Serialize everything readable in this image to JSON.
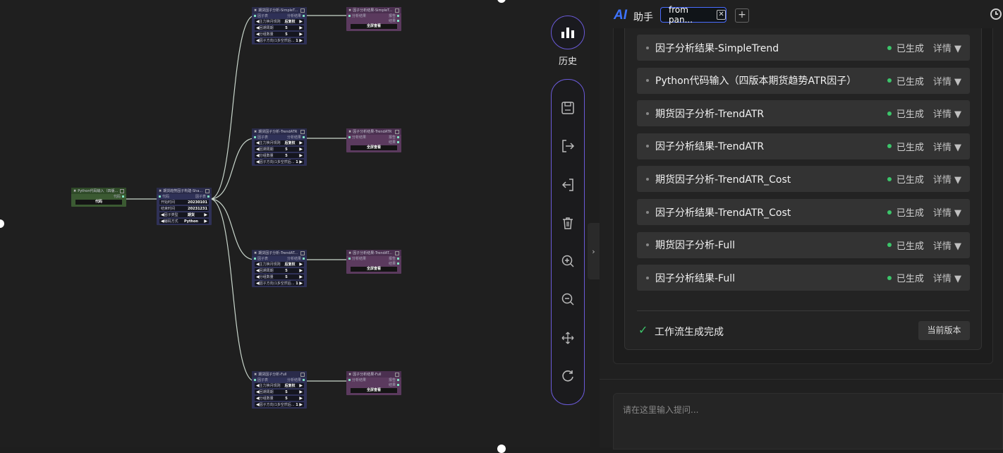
{
  "canvas": {
    "python_node": {
      "title": "Python代码输入（四版...",
      "port_out": "代码",
      "button": "代码"
    },
    "main_node": {
      "title": "期货趋势因子构建-Sha...",
      "port_in": "代码",
      "port_out": "因子表",
      "rows": [
        {
          "label": "开始时间",
          "value": "20230101"
        },
        {
          "label": "结束时间",
          "value": "20231231"
        },
        {
          "label": "因子类型",
          "value": "期货"
        },
        {
          "label": "编码方式",
          "value": "Python"
        }
      ]
    },
    "factor_nodes": [
      {
        "title": "期货因子分析-SimpleT...",
        "port_in": "因子表",
        "port_out": "分析结果"
      },
      {
        "title": "期货因子分析-TrendATR",
        "port_in": "因子表",
        "port_out": "分析结果"
      },
      {
        "title": "期货因子分析-TrendAT...",
        "port_in": "因子表",
        "port_out": "分析结果"
      },
      {
        "title": "期货因子分析-Full",
        "port_in": "因子表",
        "port_out": "分析结果"
      }
    ],
    "factor_rows": [
      {
        "label": "主力换月规则",
        "value": "后复权"
      },
      {
        "label": "回溯周期",
        "value": "5"
      },
      {
        "label": "分组数量",
        "value": "5"
      },
      {
        "label": "因子方向(1多空然后...",
        "value": "1"
      }
    ],
    "result_nodes": [
      {
        "title": "因子分析结果-SimpleT...",
        "port_in": "分析结果"
      },
      {
        "title": "因子分析结果-TrendATR",
        "port_in": "分析结果"
      },
      {
        "title": "因子分析结果-TrendAT...",
        "port_in": "分析结果"
      },
      {
        "title": "因子分析结果-Full",
        "port_in": "分析结果"
      }
    ],
    "result_ports": {
      "out1": "报告",
      "out2": "结果"
    },
    "result_button": "全屏查看"
  },
  "toolbar": {
    "history_label": "历史",
    "tools": [
      "save-icon",
      "export-icon",
      "import-icon",
      "delete-icon",
      "zoom-in-icon",
      "zoom-out-icon",
      "move-icon",
      "reset-icon"
    ]
  },
  "panel": {
    "logo": "AI",
    "title": "助手",
    "chip_label": "from pan...",
    "add_label": "+",
    "steps": [
      {
        "name": "因子分析结果-SimpleTrend",
        "status": "已生成",
        "detail": "详情 ▼"
      },
      {
        "name": "Python代码输入（四版本期货趋势ATR因子）",
        "status": "已生成",
        "detail": "详情 ▼"
      },
      {
        "name": "期货因子分析-TrendATR",
        "status": "已生成",
        "detail": "详情 ▼"
      },
      {
        "name": "因子分析结果-TrendATR",
        "status": "已生成",
        "detail": "详情 ▼"
      },
      {
        "name": "期货因子分析-TrendATR_Cost",
        "status": "已生成",
        "detail": "详情 ▼"
      },
      {
        "name": "因子分析结果-TrendATR_Cost",
        "status": "已生成",
        "detail": "详情 ▼"
      },
      {
        "name": "期货因子分析-Full",
        "status": "已生成",
        "detail": "详情 ▼"
      },
      {
        "name": "因子分析结果-Full",
        "status": "已生成",
        "detail": "详情 ▼"
      }
    ],
    "done_text": "工作流生成完成",
    "version_button": "当前版本",
    "prompt_placeholder": "请在这里输入提问..."
  },
  "colors": {
    "accent": "#3e73ff",
    "success": "#3cc46a",
    "toolbar_border": "#6a5ad8"
  }
}
